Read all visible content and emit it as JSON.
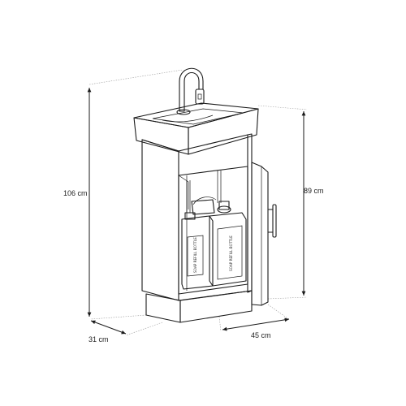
{
  "dimensions": {
    "height_total": "106 cm",
    "height_cabinet": "89 cm",
    "depth": "31 cm",
    "width": "45 cm"
  },
  "containers": {
    "left_label": "SOAP REFILL BOTTLE",
    "right_label": "SOAP REFILL BOTTLE"
  },
  "colors": {
    "line": "#1a1a1a",
    "fill": "#ffffff",
    "interior_shade": "#f2f2f2",
    "guide": "#9a9a9a"
  }
}
